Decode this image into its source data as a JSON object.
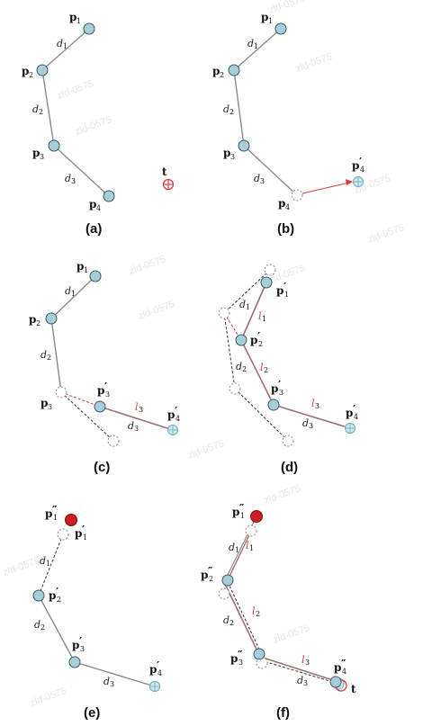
{
  "colors": {
    "joint_fill": "#a7cdd8",
    "joint_stroke": "#3a5a66",
    "bone": "#8a8a8a",
    "red": "#d43a3a",
    "target_fill": "#cfe9f0",
    "solid_red": "#cc1f1f"
  },
  "labels": {
    "p1": "p",
    "p2": "p",
    "p3": "p",
    "p4": "p",
    "s1": "1",
    "s2": "2",
    "s3": "3",
    "s4": "4",
    "t": "t",
    "d1": "d",
    "d2": "d",
    "d3": "d",
    "ds1": "1",
    "ds2": "2",
    "ds3": "3",
    "l1": "l",
    "l2": "l",
    "l3": "l",
    "prime": "′",
    "dprime": "″"
  },
  "captions": [
    "(a)",
    "(b)",
    "(c)",
    "(d)",
    "(e)",
    "(f)"
  ],
  "watermark": "zld-0575"
}
